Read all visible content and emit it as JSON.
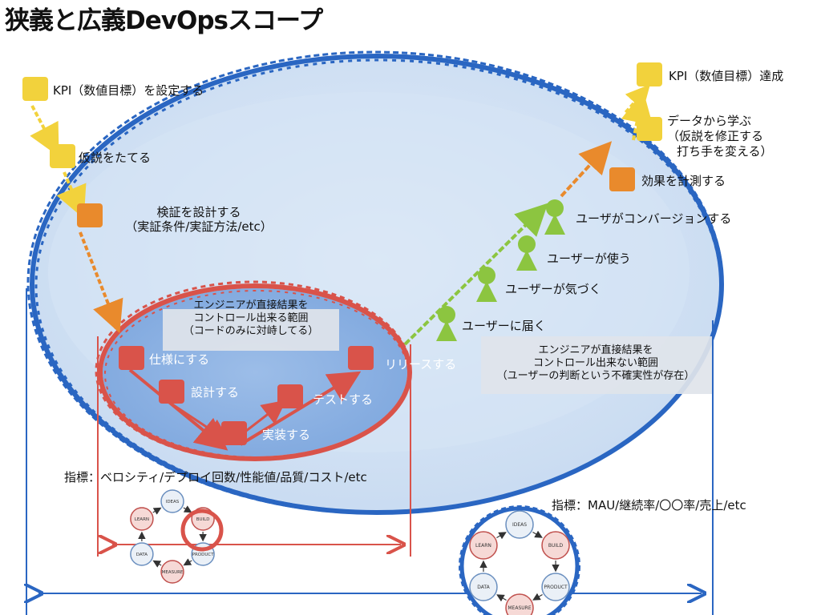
{
  "title": "狭義と広義DevOpsスコープ",
  "colors": {
    "yellow": "#f2d23c",
    "orange": "#e98a2c",
    "green": "#8cc540",
    "red": "#d9534a",
    "blue_border": "#2a66c2",
    "outer_fill": "#cfdff2",
    "inner_fill": "#8fb3e3"
  },
  "left_steps": {
    "kpi_set": "KPI（数値目標）を設定する",
    "hypothesis": "仮説をたてる",
    "verify_design_line1": "検証を設計する",
    "verify_design_line2": "（実証条件/実証方法/etc）"
  },
  "narrow_scope": {
    "caption_line1": "エンジニアが直接結果を",
    "caption_line2": "コントロール出来る範囲",
    "caption_line3": "（コードのみに対峙してる）",
    "spec": "仕様にする",
    "design": "設計する",
    "implement": "実装する",
    "test": "テストする",
    "release": "リリースする",
    "metrics": "指標：ベロシティ/デプロイ回数/性能値/品質/コスト/etc"
  },
  "broad_scope": {
    "reach": "ユーザーに届く",
    "notice": "ユーザーが気づく",
    "use": "ユーザーが使う",
    "convert": "ユーザがコンバージョンする",
    "measure_effect": "効果を計測する",
    "learn_line1": "データから学ぶ",
    "learn_line2": "（仮説を修正する",
    "learn_line3": "打ち手を変える）",
    "kpi_achieve": "KPI（数値目標）達成",
    "caption_line1": "エンジニアが直接結果を",
    "caption_line2": "コントロール出来ない範囲",
    "caption_line3": "（ユーザーの判断という不確実性が存在）",
    "metrics": "指標：MAU/継続率/〇〇率/売上/etc"
  },
  "cycle_small": {
    "ideas": "IDEAS",
    "build": "BUILD",
    "product": "PRODUCT",
    "measure": "MEASURE",
    "data": "DATA",
    "learn": "LEARN"
  },
  "cycle_large": {
    "ideas": "IDEAS",
    "build": "BUILD",
    "product": "PRODUCT",
    "measure": "MEASURE",
    "data": "DATA",
    "learn": "LEARN"
  }
}
